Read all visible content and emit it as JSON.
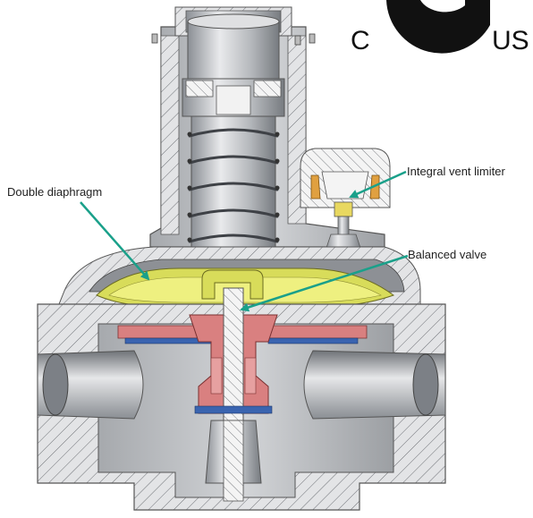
{
  "logo": {
    "left_text": "C",
    "right_text": "US"
  },
  "labels": {
    "double_diaphragm": "Double diaphragm",
    "integral_vent_limiter": "Integral vent limiter",
    "balanced_valve": "Balanced valve"
  },
  "colors": {
    "arrow": "#1aa08a",
    "body_metal": "#b9bcc0",
    "hatch_section": "#d9dadc",
    "diaphragm": "#d8dc5a",
    "seal_blue": "#3a64b0",
    "valve_copper": "#d98080",
    "vent_orange": "#e0a040"
  }
}
